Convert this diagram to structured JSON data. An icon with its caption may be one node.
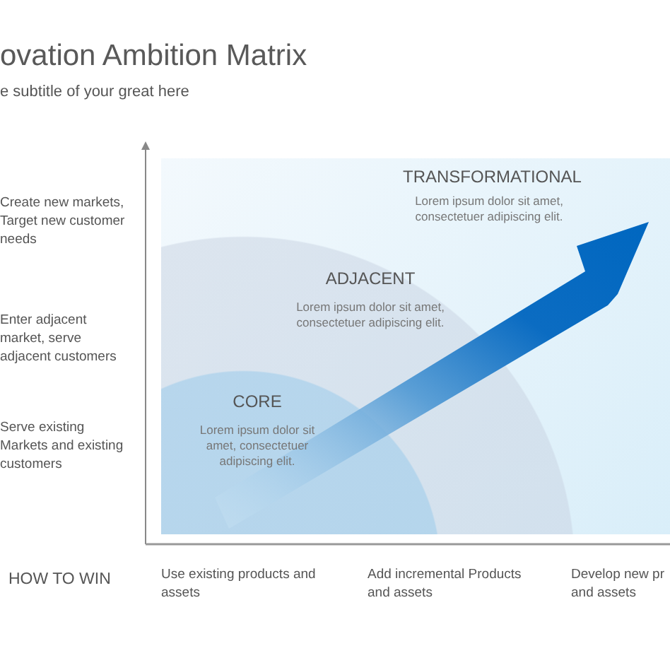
{
  "diagram": {
    "title": "ovation Ambition Matrix",
    "nodes": [
      {
        "text": [
          "TRANSFORMATIONAL",
          "Lorem ipsum dolor sit amet, consectetuer adipiscing elit."
        ]
      },
      {
        "text": [
          "ADJACENT",
          "Lorem ipsum dolor sit amet, consectetuer adipiscing elit."
        ],
        "in": 0
      },
      {
        "text": [
          "CORE",
          "Lorem ipsum dolor sit amet, consectetuer adipiscing elit."
        ],
        "in": 1
      }
    ],
    "labels": [
      "e subtitle of your great here",
      "Create new markets, Target new customer needs",
      "Enter adjacent market, serve adjacent customers",
      "Serve existing Markets and existing customers",
      "HOW TO WIN",
      "Use existing products and assets",
      "Add incremental Products and assets",
      "Develop new pr and assets"
    ]
  }
}
